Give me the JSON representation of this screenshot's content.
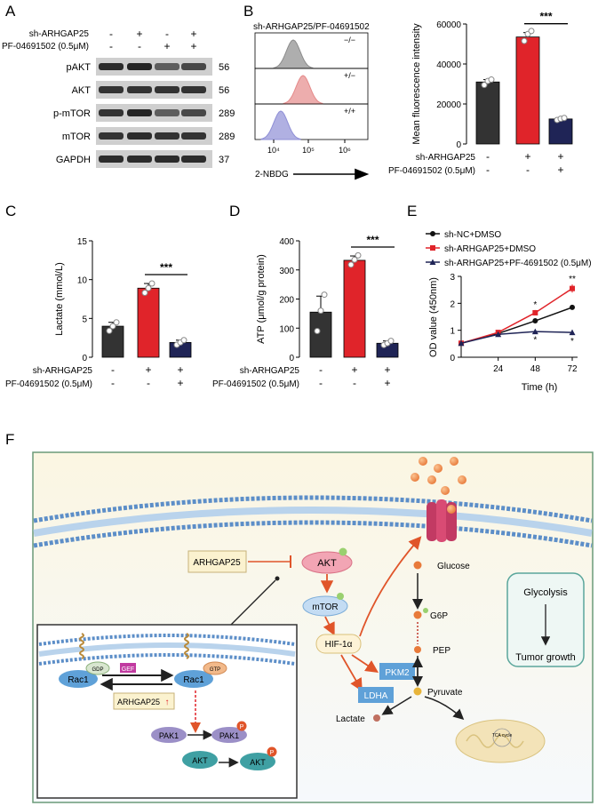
{
  "panels": {
    "A": {
      "label": "A",
      "conditions": [
        {
          "name": "sh-ARHGAP25",
          "marks": [
            "-",
            "+",
            "-",
            "+"
          ]
        },
        {
          "name": "PF-04691502 (0.5μM)",
          "marks": [
            "-",
            "-",
            "+",
            "+"
          ]
        }
      ],
      "bands": [
        {
          "name": "pAKT",
          "kda": "56"
        },
        {
          "name": "AKT",
          "kda": "56"
        },
        {
          "name": "p-mTOR",
          "kda": "289"
        },
        {
          "name": "mTOR",
          "kda": "289"
        },
        {
          "name": "GAPDH",
          "kda": "37"
        }
      ]
    },
    "B": {
      "label": "B",
      "flow_title": "sh-ARHGAP25/PF-04691502",
      "flow_rows": [
        "−/−",
        "+/−",
        "+/+"
      ],
      "flow_colors": [
        "#8c8c8c",
        "#e58a8a",
        "#8f8fd6"
      ],
      "flow_xticks": [
        "10⁴",
        "10⁵",
        "10⁶"
      ],
      "flow_xlabel": "2-NBDG",
      "bar_sig": "***",
      "bar_conditions": [
        {
          "name": "sh-ARHGAP25",
          "marks": [
            "-",
            "+",
            "+"
          ]
        },
        {
          "name": "PF-04691502 (0.5μM)",
          "marks": [
            "-",
            "-",
            "+"
          ]
        }
      ]
    },
    "C": {
      "label": "C",
      "sig": "***",
      "conditions": [
        {
          "name": "sh-ARHGAP25",
          "marks": [
            "-",
            "+",
            "+"
          ]
        },
        {
          "name": "PF-04691502 (0.5μM)",
          "marks": [
            "-",
            "-",
            "+"
          ]
        }
      ]
    },
    "D": {
      "label": "D",
      "sig": "***",
      "conditions": [
        {
          "name": "sh-ARHGAP25",
          "marks": [
            "-",
            "+",
            "+"
          ]
        },
        {
          "name": "PF-04691502 (0.5μM)",
          "marks": [
            "-",
            "-",
            "+"
          ]
        }
      ]
    },
    "E": {
      "label": "E",
      "sig_marks": [
        [
          "*",
          "*"
        ],
        [
          "**",
          "*"
        ]
      ]
    },
    "F": {
      "label": "F",
      "nodes": {
        "arhgap25": "ARHGAP25",
        "akt": "AKT",
        "mtor": "mTOR",
        "hif": "HIF-1α",
        "pkm2": "PKM2",
        "ldha": "LDHA",
        "glucose": "Glucose",
        "g6p": "G6P",
        "pep": "PEP",
        "pyruvate": "Pyruvate",
        "lactate": "Lactate",
        "glycolysis": "Glycolysis",
        "tumor": "Tumor growth",
        "tca": "TCA cycle"
      },
      "inset": {
        "rac1_left": "Rac1",
        "rac1_right": "Rac1",
        "gdp": "GDP",
        "gtp": "GTP",
        "gef": "GEF",
        "arhgap": "ARHGAP25",
        "arrow_up": "↑",
        "pak1_left": "PAK1",
        "pak1_right": "PAK1",
        "akt_left": "AKT",
        "akt_right": "AKT",
        "p": "P"
      }
    }
  },
  "chart_data": [
    {
      "panel": "B",
      "type": "bar",
      "categories": [
        "1",
        "2",
        "3"
      ],
      "values": [
        31000,
        53500,
        12500
      ],
      "errors": [
        1200,
        2200,
        600
      ],
      "points": [
        [
          29500,
          31500,
          32200
        ],
        [
          51500,
          55000,
          56500
        ],
        [
          12000,
          12600,
          13000
        ]
      ],
      "colors": [
        "#333333",
        "#e0242a",
        "#1f2456"
      ],
      "ylabel": "Mean fluorescence intensity",
      "yticks": [
        0,
        20000,
        40000,
        60000
      ],
      "ylim": [
        0,
        60000
      ]
    },
    {
      "panel": "C",
      "type": "bar",
      "categories": [
        "1",
        "2",
        "3"
      ],
      "values": [
        4.0,
        8.9,
        1.9
      ],
      "errors": [
        0.5,
        0.6,
        0.3
      ],
      "points": [
        [
          3.4,
          4.0,
          4.5
        ],
        [
          8.3,
          8.9,
          9.5
        ],
        [
          1.6,
          1.9,
          2.2
        ]
      ],
      "colors": [
        "#333333",
        "#e0242a",
        "#1f2456"
      ],
      "ylabel": "Lactate (mmol/L)",
      "yticks": [
        0,
        5,
        10,
        15
      ],
      "ylim": [
        0,
        15
      ]
    },
    {
      "panel": "D",
      "type": "bar",
      "categories": [
        "1",
        "2",
        "3"
      ],
      "values": [
        155,
        333,
        48
      ],
      "errors": [
        55,
        15,
        8
      ],
      "points": [
        [
          90,
          160,
          215
        ],
        [
          318,
          335,
          350
        ],
        [
          42,
          48,
          56
        ]
      ],
      "colors": [
        "#333333",
        "#e0242a",
        "#1f2456"
      ],
      "ylabel": "ATP (μmol/g protein)",
      "yticks": [
        0,
        100,
        200,
        300,
        400
      ],
      "ylim": [
        0,
        400
      ]
    },
    {
      "panel": "E",
      "type": "line",
      "x": [
        0,
        24,
        48,
        72
      ],
      "xticks": [
        24,
        48,
        72
      ],
      "xlabel": "Time (h)",
      "ylabel": "OD value (450nm)",
      "yticks": [
        0,
        1,
        2,
        3
      ],
      "ylim": [
        0,
        3
      ],
      "series": [
        {
          "name": "sh-NC+DMSO",
          "color": "#111111",
          "marker": "circle",
          "values": [
            0.52,
            0.88,
            1.35,
            1.85
          ],
          "errors": [
            0.03,
            0.05,
            0.08,
            0.08
          ]
        },
        {
          "name": "sh-ARHGAP25+DMSO",
          "color": "#e0242a",
          "marker": "square",
          "values": [
            0.52,
            0.92,
            1.65,
            2.55
          ],
          "errors": [
            0.03,
            0.05,
            0.1,
            0.15
          ]
        },
        {
          "name": "sh-ARHGAP25+PF-4691502 (0.5μM)",
          "color": "#1f2456",
          "marker": "triangle",
          "values": [
            0.52,
            0.85,
            0.95,
            0.92
          ],
          "errors": [
            0.03,
            0.04,
            0.08,
            0.1
          ]
        }
      ]
    }
  ]
}
